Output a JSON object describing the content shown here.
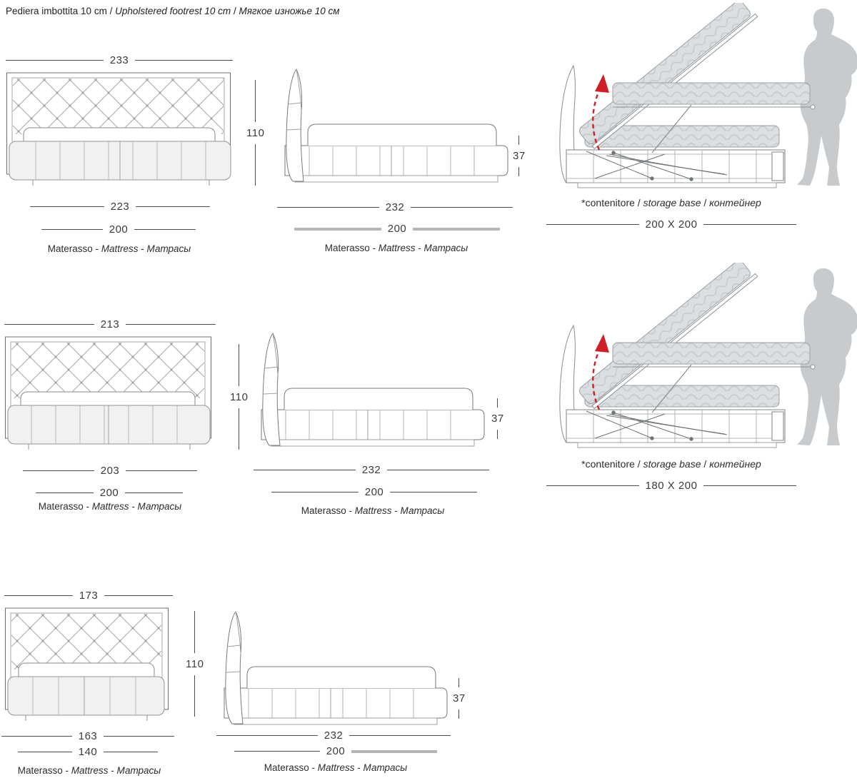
{
  "title": {
    "it": "Pediera imbottita 10 cm",
    "sep": " / ",
    "en": "Upholstered footrest 10 cm",
    "ru": "Мягкое изножье 10 см"
  },
  "mattress_label": {
    "it": "Materasso",
    "sep": " - ",
    "en": "Mattress",
    "ru": "Матрасы"
  },
  "storage_label": {
    "it": "*contenitore",
    "sep": " / ",
    "en": "storage base",
    "ru": "контейнер"
  },
  "rows": [
    {
      "front": {
        "w_total": "233",
        "w_frame": "223",
        "w_mattress": "200",
        "height": "110"
      },
      "side": {
        "length": "232",
        "mattress": "200",
        "base_h": "37"
      },
      "storage_size": "200 X 200"
    },
    {
      "front": {
        "w_total": "213",
        "w_frame": "203",
        "w_mattress": "200",
        "height": "110"
      },
      "side": {
        "length": "232",
        "mattress": "200",
        "base_h": "37"
      },
      "storage_size": "180 X 200"
    },
    {
      "front": {
        "w_total": "173",
        "w_frame": "163",
        "w_mattress": "140",
        "height": "110"
      },
      "side": {
        "length": "232",
        "mattress": "200",
        "base_h": "37"
      }
    }
  ],
  "colors": {
    "line": "#4d4d4d",
    "light_line": "#a3a8ab",
    "thick_dim": "#b4b7b9",
    "mattress_fill": "#dcdfe1",
    "mattress_wave": "#c0c5c8",
    "footrest_fill": "#f1f1f1",
    "silhouette": "#c7cbcd",
    "arrow": "#ce2127"
  }
}
